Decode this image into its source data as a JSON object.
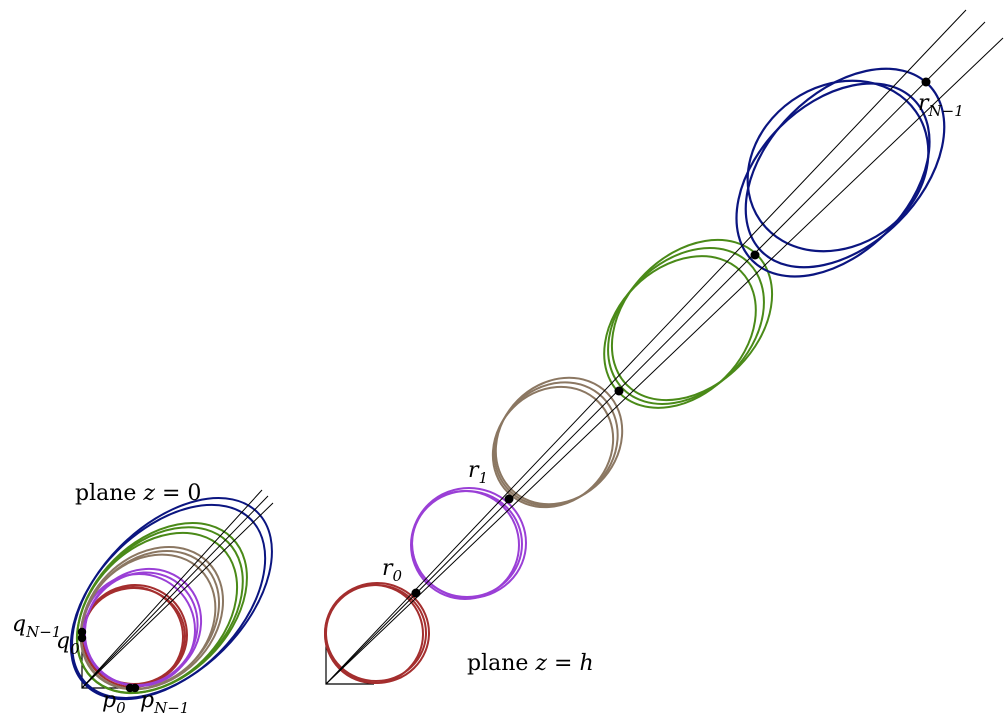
{
  "labels": {
    "plane_z0": {
      "text": "plane ",
      "var": "z",
      "rest": " = 0"
    },
    "plane_zh": {
      "text": "plane ",
      "var": "z",
      "rest": " = ",
      "val": "h"
    },
    "r0": {
      "base": "r",
      "sub": "0"
    },
    "r1": {
      "base": "r",
      "sub": "1"
    },
    "rN1": {
      "base": "r",
      "sub_var": "N",
      "sub_rest": "−1"
    },
    "q0": {
      "base": "q",
      "sub": "0"
    },
    "qN1": {
      "base": "q",
      "sub_var": "N",
      "sub_rest": "−1"
    },
    "p0": {
      "base": "p",
      "sub": "0"
    },
    "pN1": {
      "base": "p",
      "sub_var": "N",
      "sub_rest": "−1"
    }
  },
  "colors": {
    "red": "#a42e2e",
    "purple": "#9a3fd6",
    "tan": "#8b7762",
    "green": "#4a8a18",
    "navy": "#0b1580",
    "line": "#000000"
  }
}
